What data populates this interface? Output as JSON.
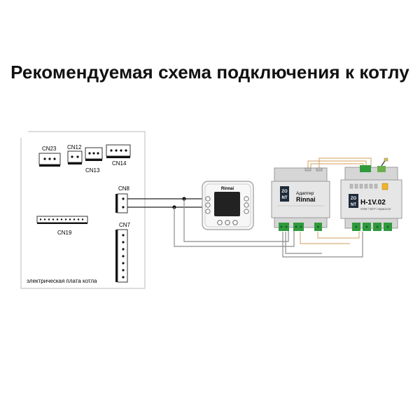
{
  "title": "Рекомендуемая схема подключения к котлу",
  "board": {
    "label": "электрическая плата котла",
    "connectors": {
      "cn23": "CN23",
      "cn12": "CN12",
      "cn13": "CN13",
      "cn14": "CN14",
      "cn8": "CN8",
      "cn19": "CN19",
      "cn7": "CN7"
    }
  },
  "thermostat": {
    "brand": "Rinnai"
  },
  "adapter": {
    "logo_top": "ZO",
    "logo_bottom": "NT",
    "label_line1": "Адаптер",
    "label_line2": "Rinnai"
  },
  "controller": {
    "logo_top": "ZO",
    "logo_bottom": "NT",
    "model": "H-1V.02",
    "subtitle": "GSM / Wi-Fi термостат"
  },
  "colors": {
    "wire_dark": "#222222",
    "wire_gray": "#8c8c8c",
    "wire_tan": "#d9b07a",
    "terminal_green": "#2e9a3c",
    "module_body": "#e6e6e6"
  }
}
